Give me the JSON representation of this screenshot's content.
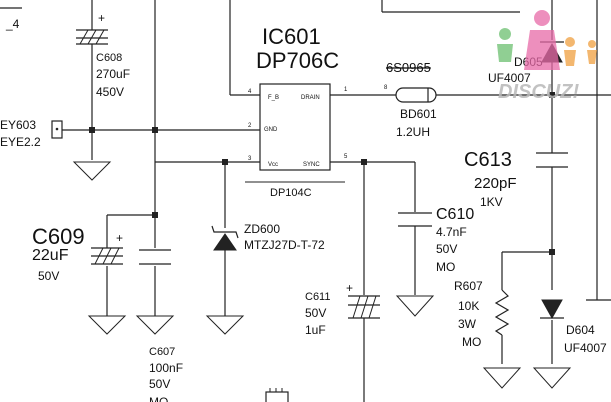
{
  "labels": {
    "ic_ref": "IC601",
    "ic_part": "DP706C",
    "ic_marking": "6S0965",
    "ic_sub": "DP104C",
    "pin4_num": "4",
    "pin4_name": "F_B",
    "pin2_num": "2",
    "pin2_name": "GND",
    "pin3_num": "3",
    "pin3_name": "Vcc",
    "pin1_num": "1",
    "pin1_name": "DRAIN",
    "pin5_num": "5",
    "pin5_name": "SYNC",
    "pin8_num": "8",
    "c608_ref": "C608",
    "c608_val": "270uF",
    "c608_volt": "450V",
    "ey603_ref": "EY603",
    "ey603_val": "EYE2.2",
    "c609_ref": "C609",
    "c609_val": "22uF",
    "c609_volt": "50V",
    "c607_ref": "C607",
    "c607_val": "100nF",
    "c607_volt": "50V",
    "c607_type": "MO",
    "zd600_ref": "ZD600",
    "zd600_part": "MTZJ27D-T-72",
    "c610_ref": "C610",
    "c610_val": "4.7nF",
    "c610_volt": "50V",
    "c610_type": "MO",
    "c611_ref": "C611",
    "c611_volt": "50V",
    "c611_val": "1uF",
    "bd601_ref": "BD601",
    "bd601_val": "1.2UH",
    "c613_ref": "C613",
    "c613_val": "220pF",
    "c613_volt": "1KV",
    "r607_ref": "R607",
    "r607_val": "10K",
    "r607_watt": "3W",
    "r607_type": "MO",
    "d605_ref": "D605",
    "d605_part": "UF4007",
    "d604_ref": "D604",
    "d604_part": "UF4007",
    "net_fragment": "_4",
    "watermark": "DISCUZ!"
  },
  "colors": {
    "wire": "#222222",
    "watermark_pink": "#e86aa8",
    "watermark_green": "#6cc070",
    "watermark_orange": "#f0a040",
    "watermark_text": "#b8b8b8"
  }
}
